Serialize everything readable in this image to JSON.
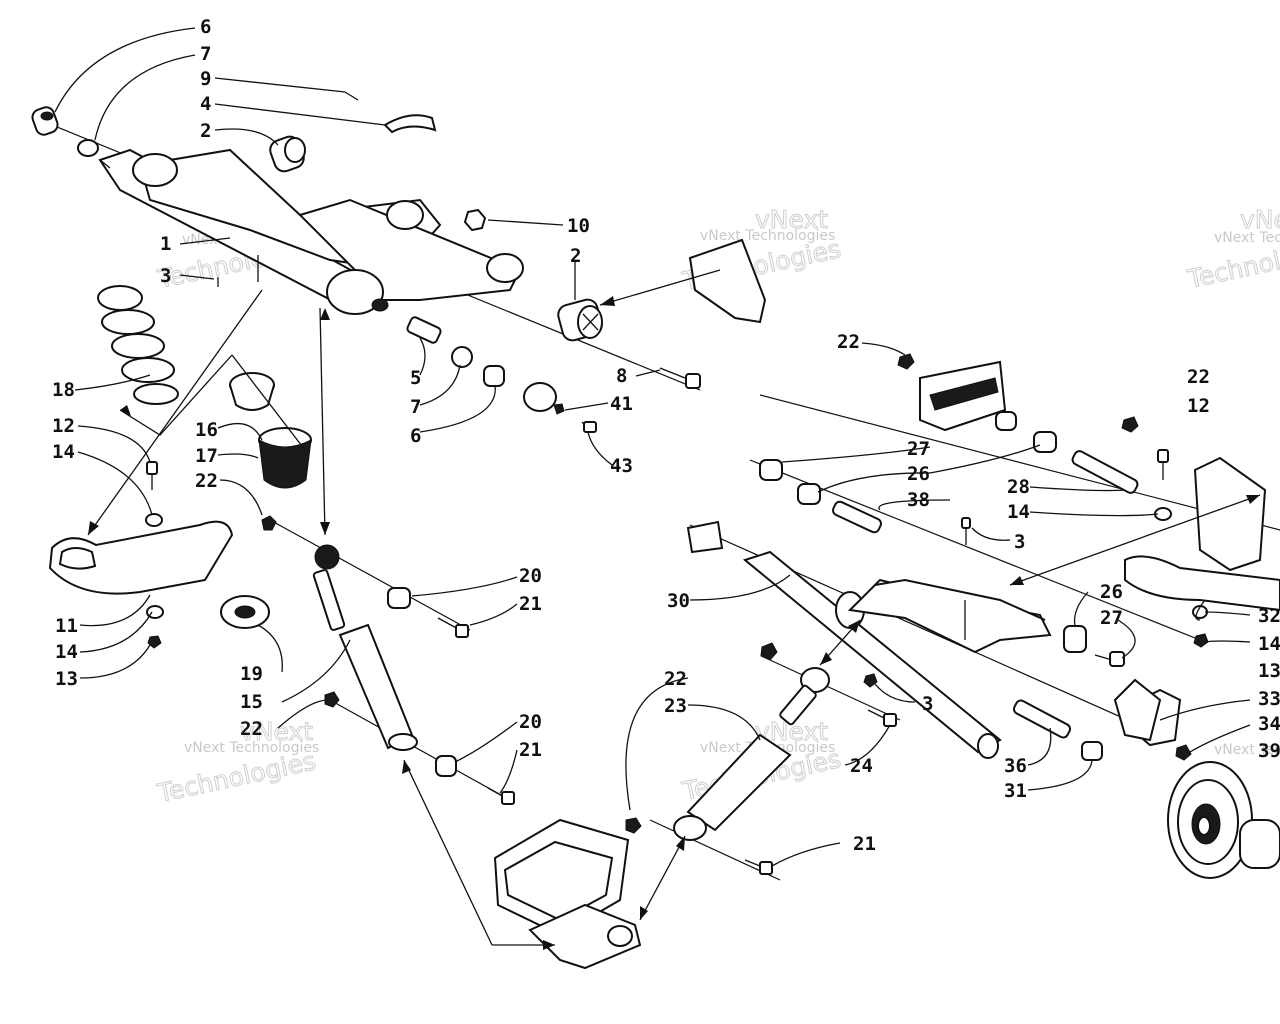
{
  "watermark": {
    "line1": "vNext Technologies",
    "line2": "vNext",
    "line3": "Technologies"
  },
  "callouts": {
    "c6a": "6",
    "c7a": "7",
    "c9": "9",
    "c4": "4",
    "c2a": "2",
    "c1": "1",
    "c3a": "3",
    "c10": "10",
    "c2b": "2",
    "c18": "18",
    "c5": "5",
    "c7b": "7",
    "c6b": "6",
    "c8": "8",
    "c41": "41",
    "c43": "43",
    "c12a": "12",
    "c14a": "14",
    "c16": "16",
    "c17": "17",
    "c22a": "22",
    "c11": "11",
    "c14b": "14",
    "c13a": "13",
    "c20a": "20",
    "c21a": "21",
    "c19": "19",
    "c15": "15",
    "c22b": "22",
    "c20b": "20",
    "c21b": "21",
    "c22c": "22",
    "c22d": "22",
    "c12b": "12",
    "c27a": "27",
    "c26a": "26",
    "c28": "28",
    "c38": "38",
    "c14c": "14",
    "c3b": "3",
    "c30": "30",
    "c26b": "26",
    "c27b": "27",
    "c32": "32",
    "c14d": "14",
    "c22e": "22",
    "c23": "23",
    "c3c": "3",
    "c13b": "13",
    "c33": "33",
    "c24": "24",
    "c34": "34",
    "c36": "36",
    "c31": "31",
    "c39": "39",
    "c21c": "21"
  }
}
